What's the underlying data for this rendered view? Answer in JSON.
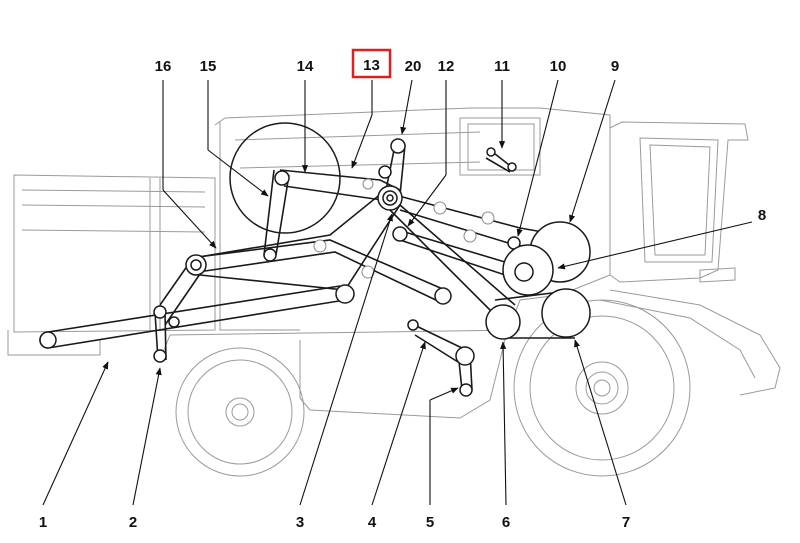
{
  "diagram": {
    "callouts": [
      {
        "id": "1",
        "label": "1"
      },
      {
        "id": "2",
        "label": "2"
      },
      {
        "id": "3",
        "label": "3"
      },
      {
        "id": "4",
        "label": "4"
      },
      {
        "id": "5",
        "label": "5"
      },
      {
        "id": "6",
        "label": "6"
      },
      {
        "id": "7",
        "label": "7"
      },
      {
        "id": "8",
        "label": "8"
      },
      {
        "id": "9",
        "label": "9"
      },
      {
        "id": "10",
        "label": "10"
      },
      {
        "id": "11",
        "label": "11"
      },
      {
        "id": "12",
        "label": "12"
      },
      {
        "id": "13",
        "label": "13"
      },
      {
        "id": "14",
        "label": "14"
      },
      {
        "id": "15",
        "label": "15"
      },
      {
        "id": "16",
        "label": "16"
      },
      {
        "id": "20",
        "label": "20"
      }
    ],
    "highlighted_callout": "13",
    "highlight_color": "#e02020"
  }
}
